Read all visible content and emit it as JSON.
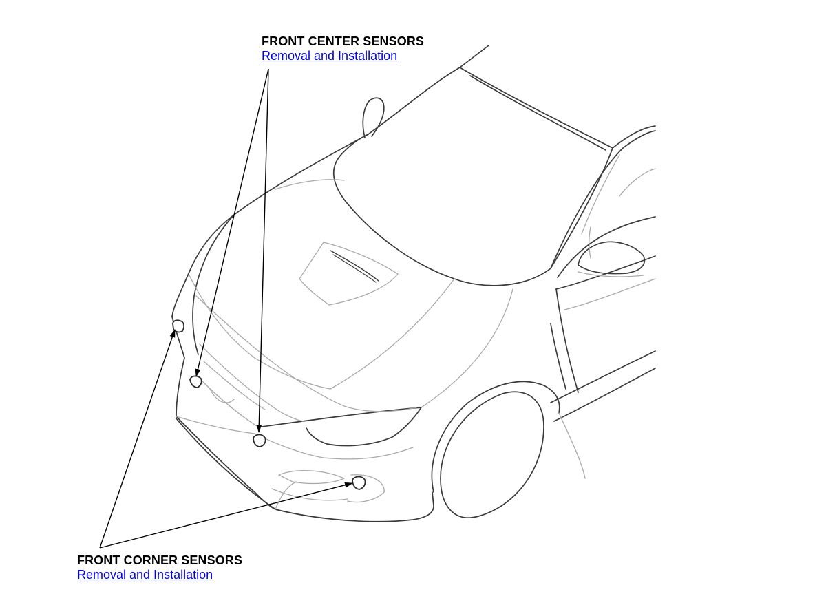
{
  "callouts": {
    "front_center": {
      "title": "FRONT CENTER SENSORS",
      "link": "Removal and Installation"
    },
    "front_corner": {
      "title": "FRONT CORNER SENSORS",
      "link": "Removal and Installation"
    }
  },
  "colors": {
    "outline": "#3a3a3a",
    "detail": "#a9a9a9",
    "link": "#0000ee",
    "leader": "#000000"
  }
}
